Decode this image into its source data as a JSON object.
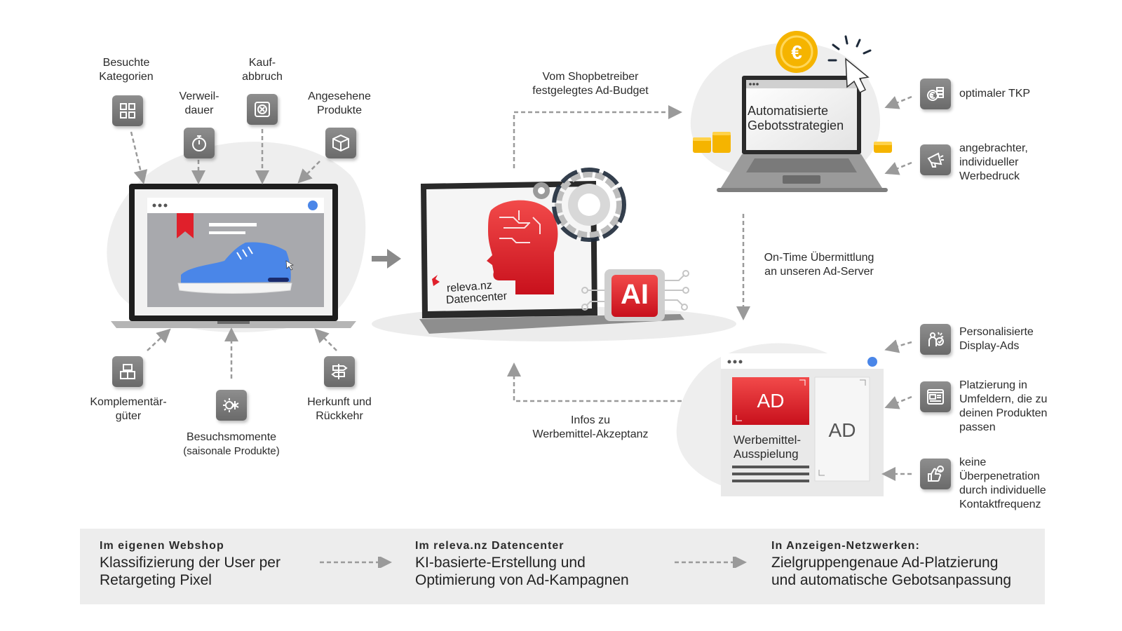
{
  "inputs": {
    "besuchte_kategorien": "Besuchte\nKategorien",
    "verweildauer": "Verweil-\ndauer",
    "kaufabbruch": "Kauf-\nabbruch",
    "angesehene_produkte": "Angesehene\nProdukte",
    "komplementaergueter": "Komplementär-\ngüter",
    "besuchsmomente_title": "Besuchsmomente",
    "besuchsmomente_sub": "(saisonale Produkte)",
    "herkunft": "Herkunft und\nRückkehr"
  },
  "datacenter": {
    "logo_brand": "releva.nz",
    "logo_sub": "Datencenter",
    "ai_badge": "AI"
  },
  "flows": {
    "ad_budget": "Vom Shopbetreiber\nfestgelegtes Ad-Budget",
    "on_time": "On-Time Übermittlung\nan unseren Ad-Server",
    "infos": "Infos zu\nWerbemittel-Akzeptanz"
  },
  "bidding": {
    "screen_text": "Automatisierte\nGebotsstrategien",
    "currency_symbol": "€",
    "features": [
      "optimaler TKP",
      "angebrachter,\nindividueller\nWerbedruck"
    ]
  },
  "ad_delivery": {
    "ad_red": "AD",
    "ad_gray": "AD",
    "label": "Werbemittel-\nAusspielung",
    "features": [
      "Personalisierte\nDisplay-Ads",
      "Platzierung in\nUmfeldern, die zu\ndeinen Produkten\npassen",
      "keine\nÜberpenetration\ndurch individuelle\nKontaktfrequenz"
    ]
  },
  "summary": [
    {
      "heading": "Im eigenen Webshop",
      "text": "Klassifizierung der User per\nRetargeting Pixel"
    },
    {
      "heading": "Im releva.nz Datencenter",
      "text": "KI-basierte-Erstellung und\nOptimierung von Ad-Kampagnen"
    },
    {
      "heading": "In Anzeigen-Netzwerken:",
      "text": "Zielgruppengenaue Ad-Platzierung\nund automatische Gebotsanpassung"
    }
  ],
  "colors": {
    "accent_red": "#e0202b",
    "icon_gray": "#7a7a7a",
    "shoe_blue": "#4a86e8",
    "coin_gold": "#f5b400",
    "panel_gray": "#ededed"
  }
}
